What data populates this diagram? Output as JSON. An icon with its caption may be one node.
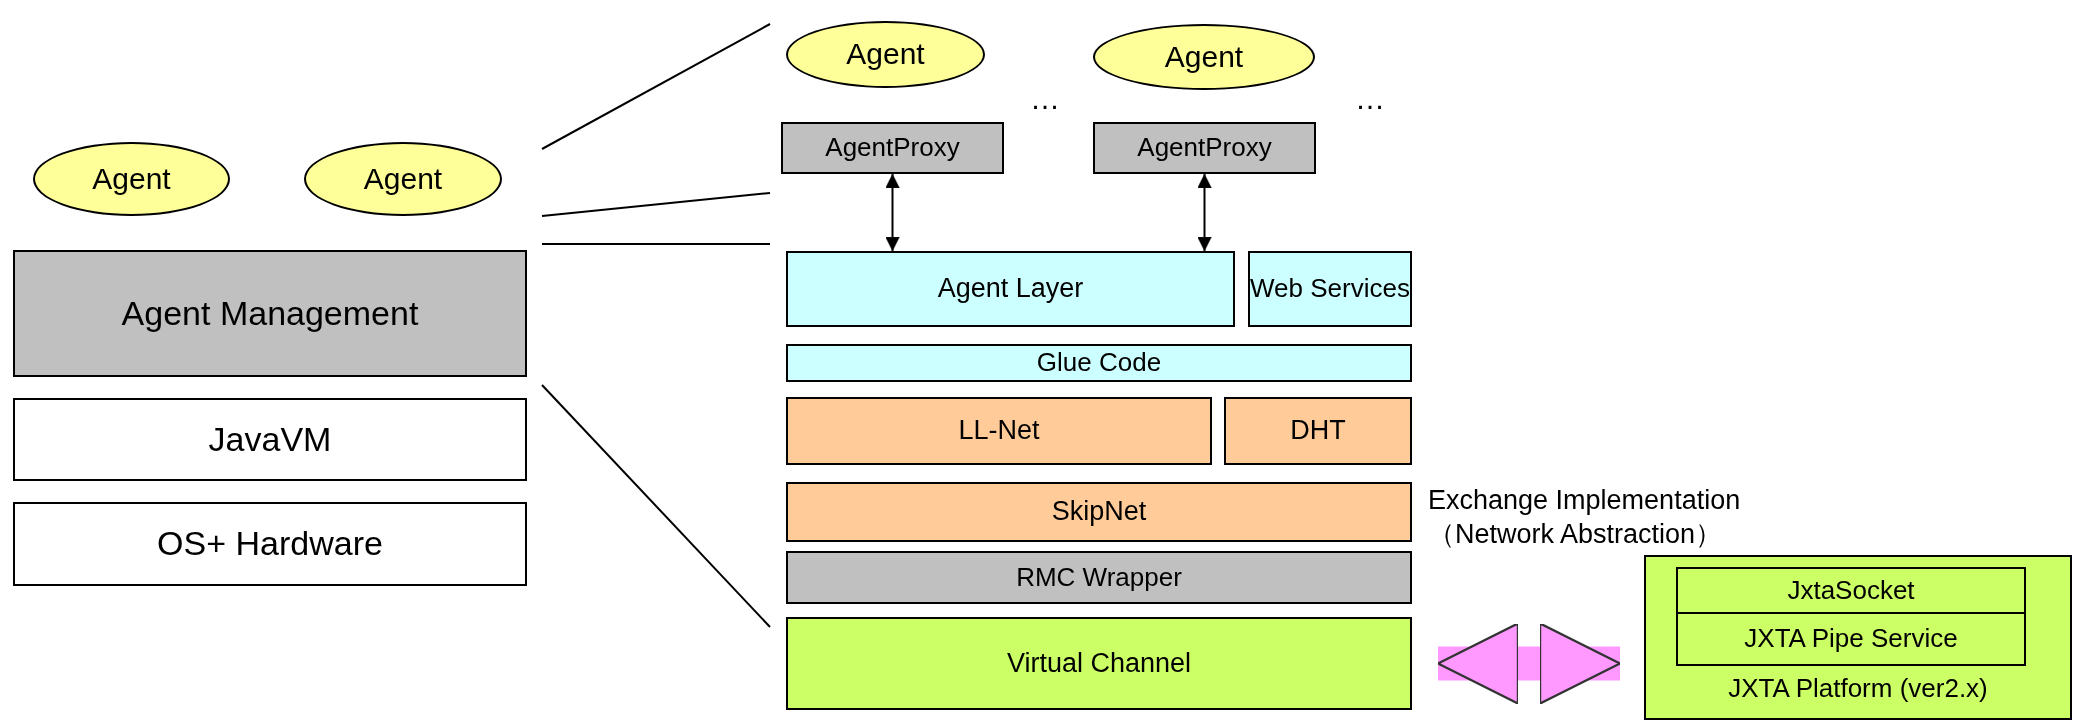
{
  "diagram": {
    "nodes": [
      {
        "text": [
          "Agent"
        ]
      },
      {
        "text": [
          "Agent"
        ]
      },
      {
        "text": [
          "Agent Management"
        ]
      },
      {
        "text": [
          "JavaVM"
        ]
      },
      {
        "text": [
          "OS+ Hardware"
        ]
      },
      {
        "text": [
          "Agent"
        ]
      },
      {
        "text": [
          "Agent"
        ]
      },
      {
        "text": [
          "AgentProxy"
        ]
      },
      {
        "text": [
          "AgentProxy"
        ]
      },
      {
        "text": [
          "Agent Layer"
        ]
      },
      {
        "text": [
          "Web Services"
        ]
      },
      {
        "text": [
          "Glue Code"
        ]
      },
      {
        "text": [
          "LL-Net"
        ]
      },
      {
        "text": [
          "DHT"
        ]
      },
      {
        "text": [
          "SkipNet"
        ]
      },
      {
        "text": [
          "RMC Wrapper"
        ]
      },
      {
        "text": [
          "Virtual Channel"
        ]
      },
      {
        "text": [
          "JXTA Platform (ver2.x)"
        ]
      },
      {
        "text": [
          "JxtaSocket"
        ],
        "in": 17
      },
      {
        "text": [
          "JXTA Pipe Service"
        ],
        "in": 17
      }
    ],
    "edges": [
      {
        "from": 7,
        "to": 9,
        "arrow": "both"
      },
      {
        "from": 8,
        "to": 9,
        "arrow": "both"
      },
      {
        "from": 16,
        "to": 17,
        "arrow": "both",
        "style": "thick",
        "color": "#ff99ff"
      }
    ],
    "labels": [
      "…",
      "…",
      "Exchange Implementation（Network Abstraction）"
    ]
  }
}
